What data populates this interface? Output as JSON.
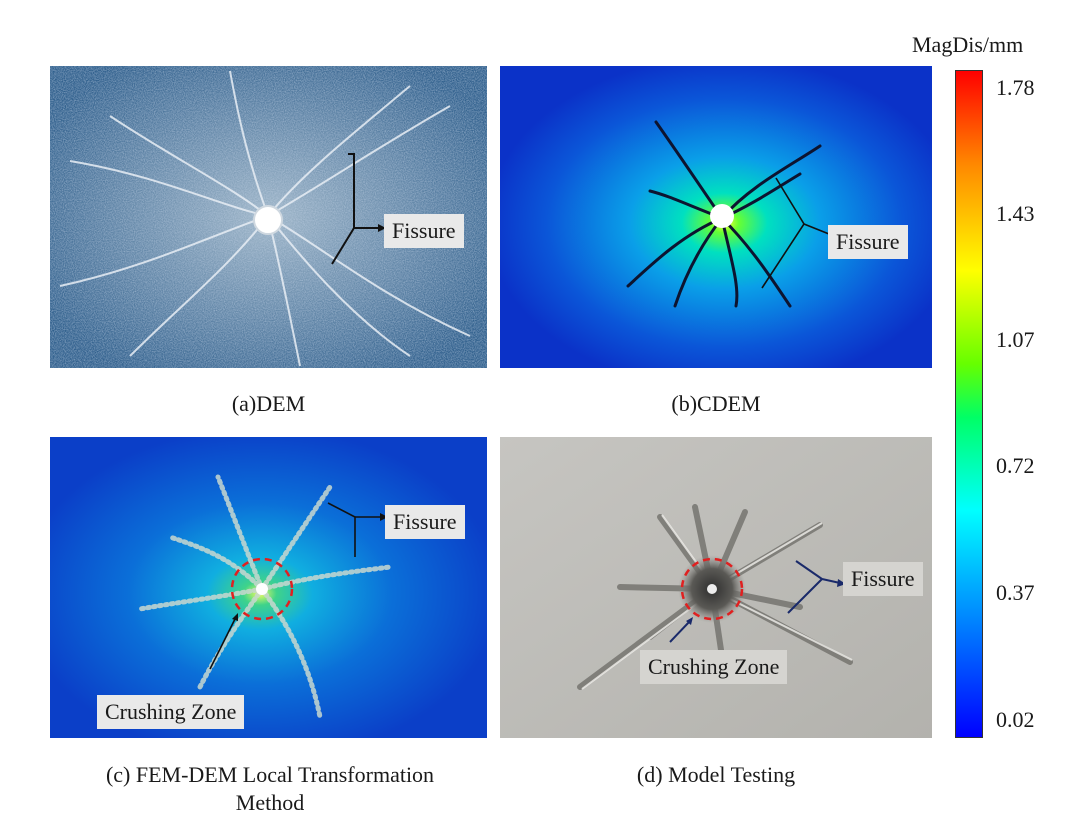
{
  "panels": {
    "a": {
      "caption": "(a)DEM",
      "labels": [
        "Fissure"
      ]
    },
    "b": {
      "caption": "(b)CDEM",
      "labels": [
        "Fissure"
      ]
    },
    "c": {
      "caption_line1": "(c) FEM-DEM Local Transformation",
      "caption_line2": "Method",
      "labels": [
        "Fissure",
        "Crushing Zone"
      ]
    },
    "d": {
      "caption": "(d) Model Testing",
      "labels": [
        "Fissure",
        "Crushing Zone"
      ]
    }
  },
  "colorbar": {
    "title": "MagDis/mm",
    "ticks": [
      "1.78",
      "1.43",
      "1.07",
      "0.72",
      "0.37",
      "0.02"
    ],
    "colors": [
      "#ff0000",
      "#ff8800",
      "#ffff00",
      "#00ff66",
      "#00ffff",
      "#0088ff",
      "#0000ff"
    ]
  }
}
